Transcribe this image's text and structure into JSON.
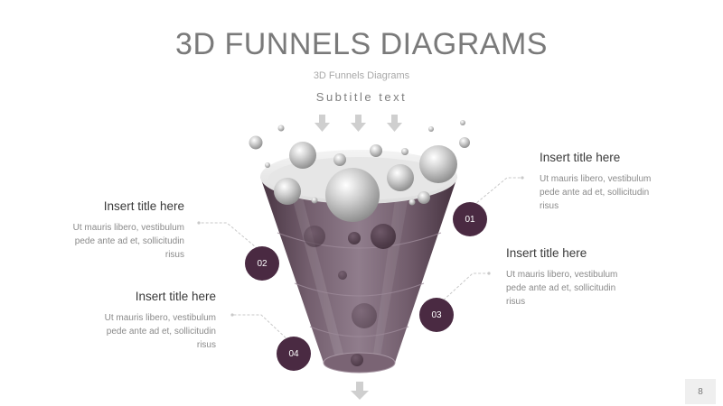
{
  "slide": {
    "title": "3D FUNNELS DIAGRAMS",
    "subtitle_small": "3D Funnels Diagrams",
    "subtitle_text": "Subtitle text",
    "page_number": "8"
  },
  "items": [
    {
      "number": "01",
      "title": "Insert title here",
      "body": [
        "Ut mauris libero, vestibulum",
        "pede ante ad et, sollicitudin",
        "risus"
      ]
    },
    {
      "number": "02",
      "title": "Insert title here",
      "body": [
        "Ut mauris libero, vestibulum",
        "pede ante ad et, sollicitudin",
        "risus"
      ]
    },
    {
      "number": "03",
      "title": "Insert title here",
      "body": [
        "Ut mauris libero, vestibulum",
        "pede ante ad et, sollicitudin",
        "risus"
      ]
    },
    {
      "number": "04",
      "title": "Insert title here",
      "body": [
        "Ut mauris libero, vestibulum",
        "pede ante ad et, sollicitudin",
        "risus"
      ]
    }
  ],
  "colors": {
    "accent": "#4a2a42",
    "funnel": "#5b4556",
    "arrow": "#cfcfcf",
    "title": "#7a7a7a"
  },
  "icons": {
    "input_arrows": "arrow-down-icon",
    "output_arrow": "arrow-down-icon"
  }
}
